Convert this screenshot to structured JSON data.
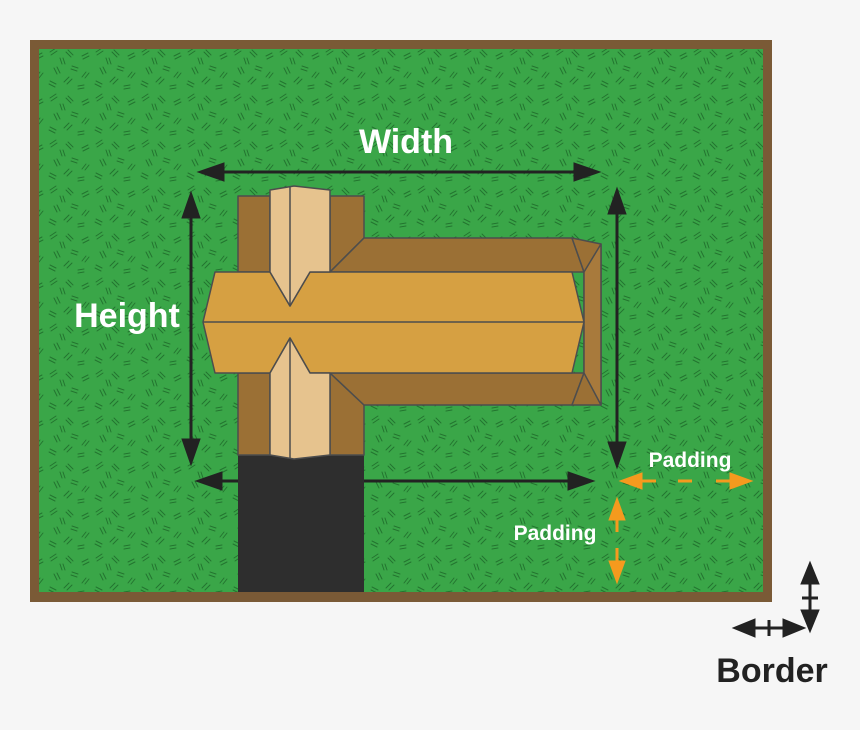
{
  "labels": {
    "width": "Width",
    "height": "Height",
    "padding_horizontal": "Padding",
    "padding_vertical": "Padding",
    "border": "Border"
  },
  "colors": {
    "background": "#f6f6f6",
    "border": "#7a5a36",
    "grass": "#3aa648",
    "grass_texture": "#1e6b2a",
    "asphalt": "#2e2e2e",
    "wood_dark": "#9b7035",
    "wood_mid": "#d6a042",
    "wood_light": "#e6c38e",
    "arrow_dark": "#222222",
    "arrow_padding": "#f59a1e",
    "label_light": "#ffffff",
    "label_dark": "#222222"
  }
}
